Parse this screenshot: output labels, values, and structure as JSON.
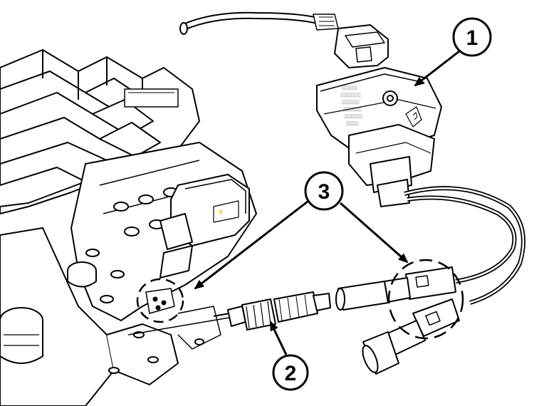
{
  "diagram": {
    "callouts": [
      {
        "number": "1",
        "target": "ignition-coil"
      },
      {
        "number": "2",
        "target": "spark-plug"
      },
      {
        "number": "3",
        "target": "coil-terminals"
      }
    ],
    "colors": {
      "ink": "#000000",
      "paper": "#ffffff"
    }
  }
}
